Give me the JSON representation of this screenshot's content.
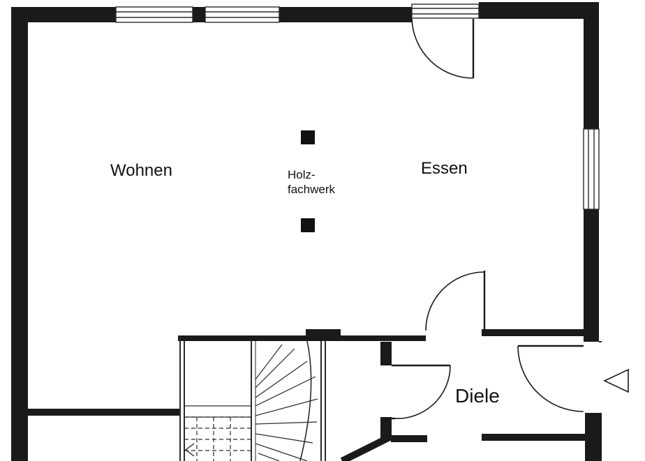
{
  "plan": {
    "rooms": {
      "wohnen": "Wohnen",
      "essen": "Essen",
      "diele": "Diele"
    },
    "note_line1": "Holz-",
    "note_line2": "fachwerk"
  },
  "colors": {
    "wall": "#1a1a1a",
    "thin_line": "#2a2a2a",
    "background": "#ffffff"
  }
}
